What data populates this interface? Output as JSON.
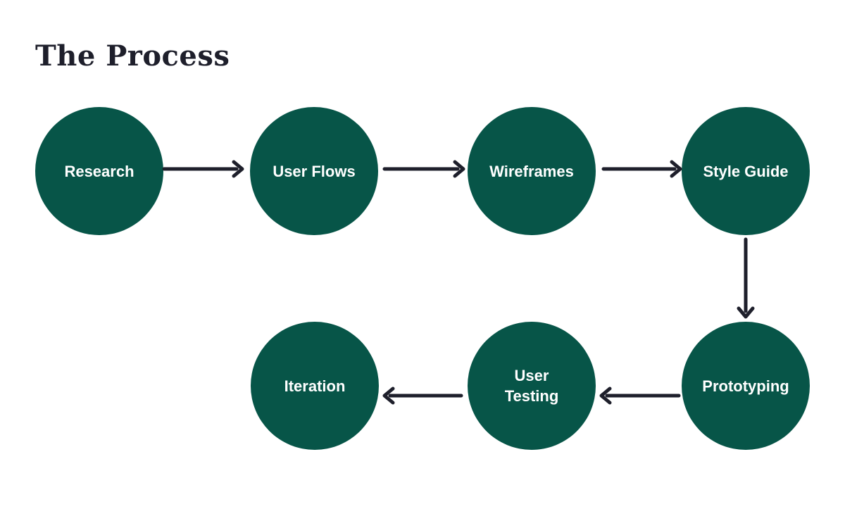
{
  "title": "The Process",
  "colors": {
    "node_fill": "#075548",
    "node_text": "#ffffff",
    "arrow": "#1e1f2b",
    "title": "#1e1f2b"
  },
  "steps": [
    {
      "label": "Research"
    },
    {
      "label": "User Flows"
    },
    {
      "label": "Wireframes"
    },
    {
      "label": "Style Guide"
    },
    {
      "label": "Prototyping"
    },
    {
      "label": "User Testing"
    },
    {
      "label": "Iteration"
    }
  ]
}
